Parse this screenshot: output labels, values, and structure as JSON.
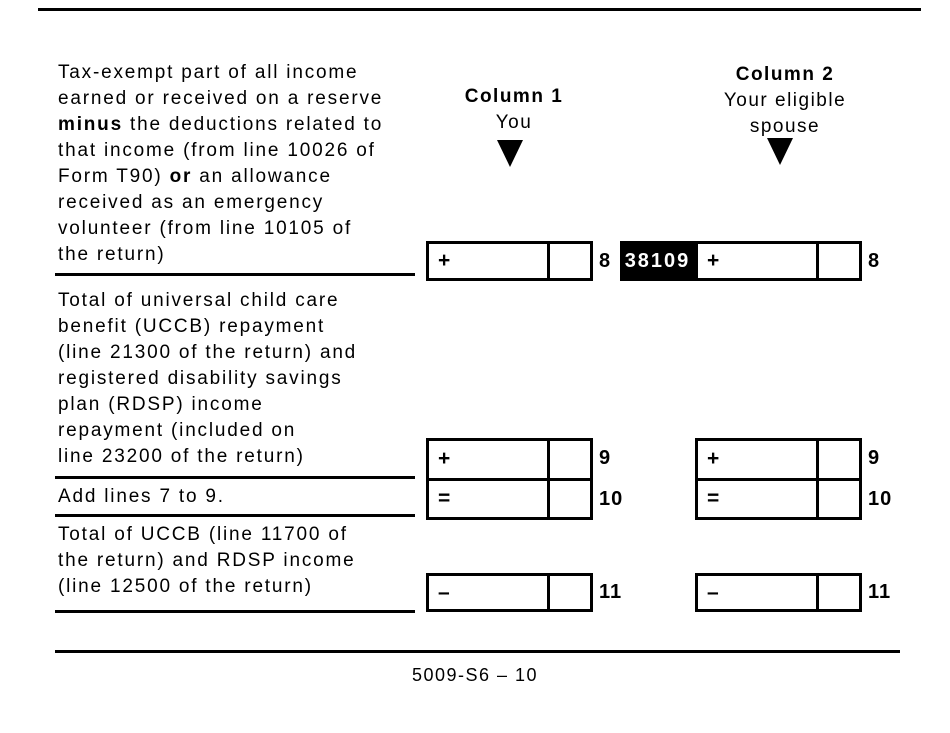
{
  "meta": {
    "colors": {
      "ink": "#000000",
      "paper": "#ffffff",
      "code_box_bg": "#000000",
      "code_box_text": "#ffffff"
    }
  },
  "form": {
    "columns": [
      {
        "title": "Column 1",
        "subtitle": "You"
      },
      {
        "title": "Column 2",
        "subtitle": "Your eligible\nspouse"
      }
    ],
    "rows": [
      {
        "line_no": "8",
        "operator": "+",
        "code": "38109",
        "description": [
          {
            "t": "Tax-exempt part of all income\nearned or received on a reserve\n"
          },
          {
            "t": "minus",
            "b": true
          },
          {
            "t": " the deductions related to\nthat income (from line 10026 of\nForm T90) "
          },
          {
            "t": "or",
            "b": true
          },
          {
            "t": " an allowance\nreceived as an emergency\nvolunteer (from line 10105 of\nthe return)"
          }
        ]
      },
      {
        "line_no": "9",
        "operator": "+",
        "description": [
          {
            "t": "Total of universal child care\nbenefit (UCCB) repayment\n(line 21300 of the return) and\nregistered disability savings\nplan (RDSP) income\nrepayment (included on\nline 23200 of the return)"
          }
        ]
      },
      {
        "line_no": "10",
        "operator": "=",
        "description": [
          {
            "t": "Add lines 7 to 9."
          }
        ]
      },
      {
        "line_no": "11",
        "operator": "–",
        "description": [
          {
            "t": "Total of UCCB (line 11700 of\nthe return) and RDSP income\n(line 12500 of the return)"
          }
        ]
      }
    ],
    "footer": {
      "page_label": "5009-S6 – 10"
    }
  }
}
